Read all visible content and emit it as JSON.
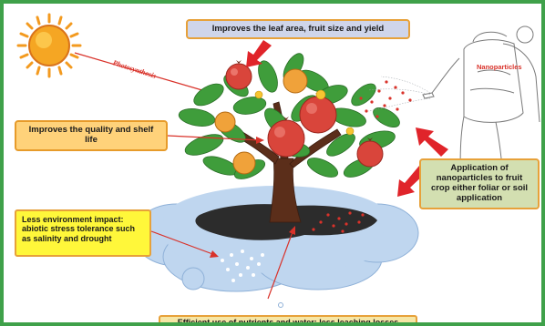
{
  "labels": {
    "top_banner": "Improves the leaf area, fruit size and yield",
    "quality": "Improves the quality and shelf life",
    "application": "Application of nanoparticles to fruit crop either foliar or soil application",
    "environment": "Less environment impact: abiotic stress tolerance such as salinity and drought",
    "bottom_banner": "Efficient use of nutrients and water: less leaching losses",
    "photosynthesis": "Photosynthesis",
    "nanoparticles": "Nanoparticles"
  },
  "colors": {
    "frame_border": "#3fa14a",
    "arrow_red": "#d9322a",
    "sun": "#f39a1f",
    "foliage": "#3f9d3b",
    "fruit": "#d9453b",
    "trunk": "#5b2e1a",
    "cloud": "#bfd6ef",
    "soil": "#2c2c2c"
  }
}
